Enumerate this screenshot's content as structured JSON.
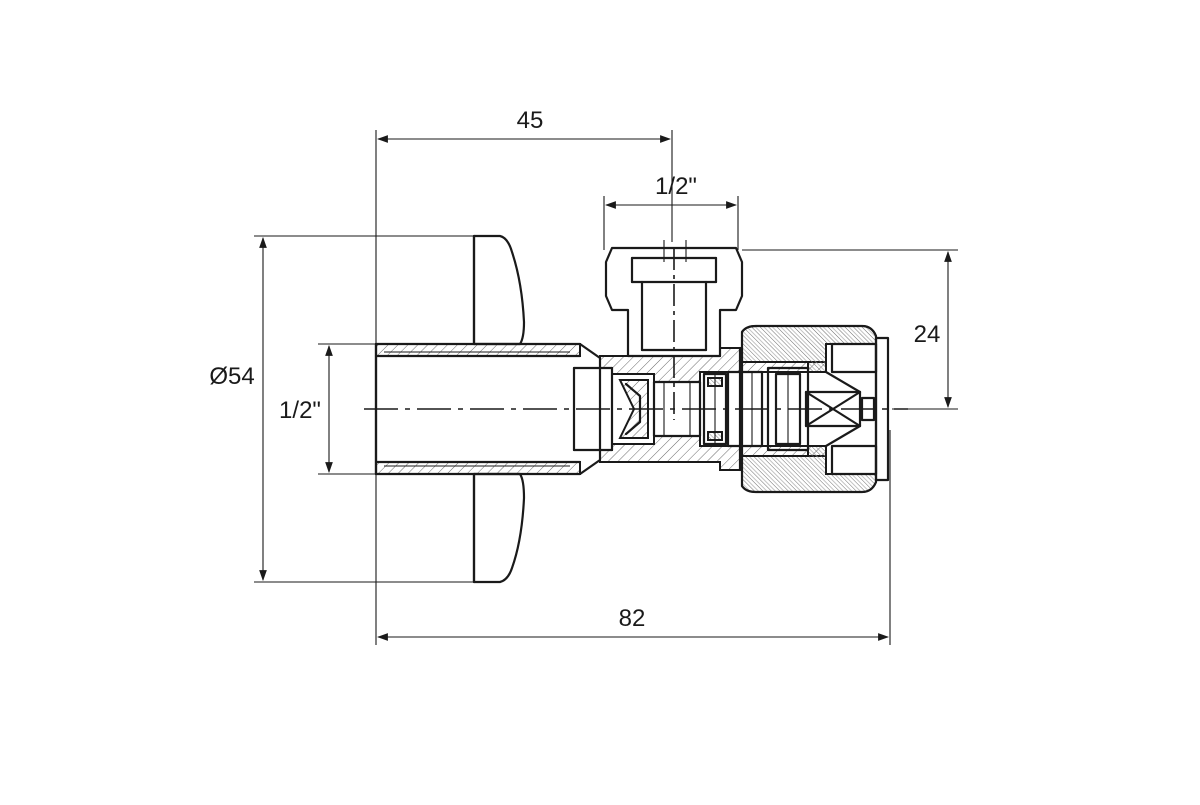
{
  "drawing": {
    "dimensions": {
      "length_total": "82",
      "length_axis": "45",
      "outlet_thread": "1/2\"",
      "inlet_thread": "1/2\"",
      "height_axis": "24",
      "handle_diameter": "Ø54"
    },
    "colors": {
      "line": "#1a1a1a",
      "background": "#ffffff",
      "hatch": "#6b6b6b"
    }
  }
}
